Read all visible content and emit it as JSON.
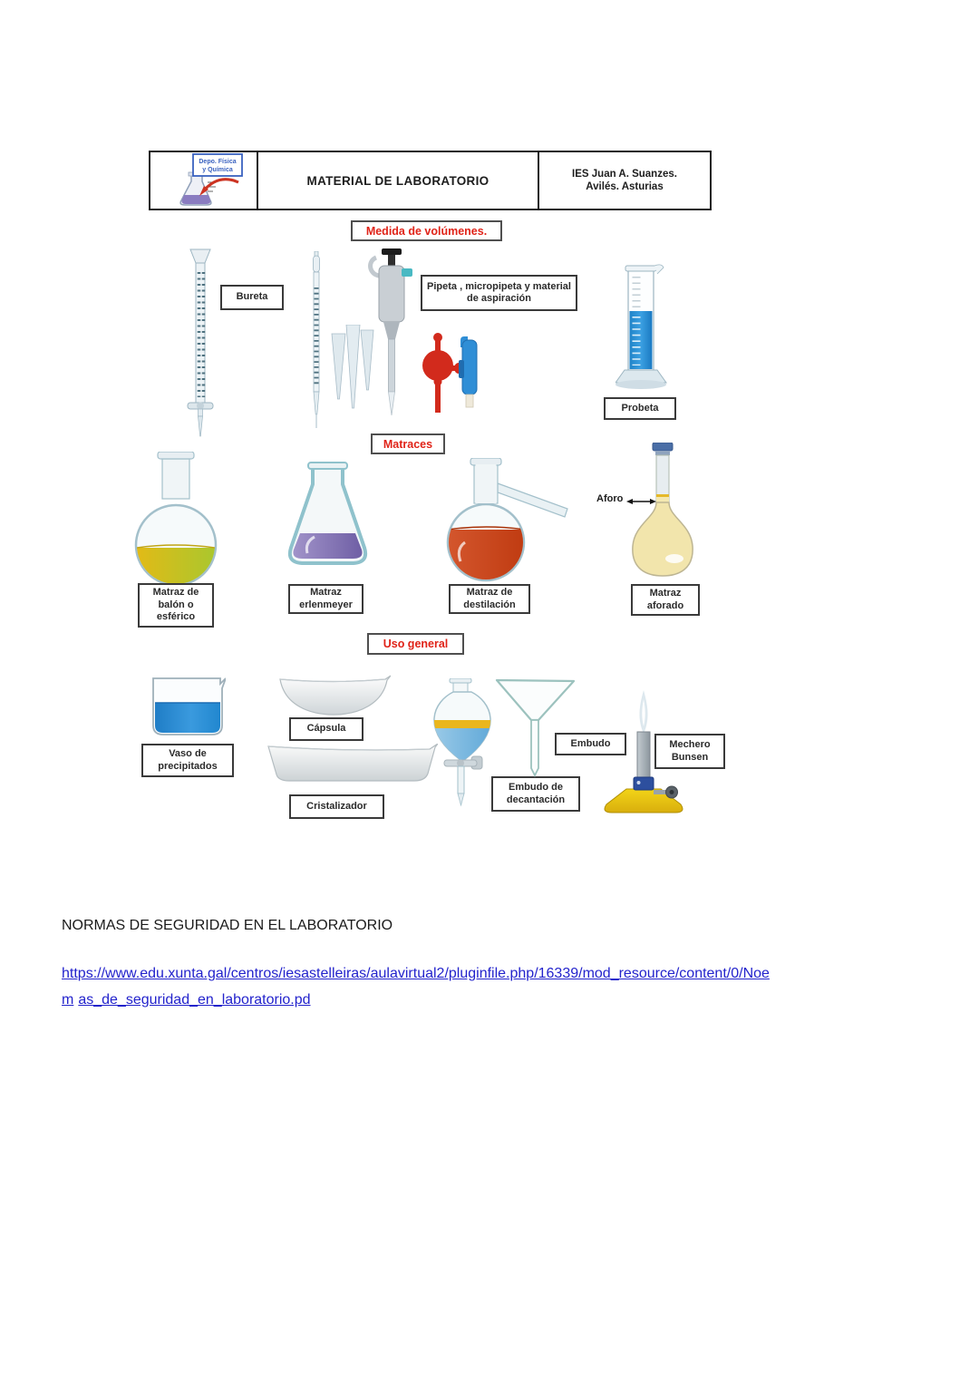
{
  "figure": {
    "header": {
      "logo": {
        "line1": "Depo. Física",
        "line2": "y Química"
      },
      "title": "MATERIAL DE LABORATORIO",
      "institution_line1": "IES Juan A. Suanzes.",
      "institution_line2": "Avilés. Asturias"
    },
    "sections": {
      "medida": "Medida de volúmenes.",
      "matraces": "Matraces",
      "uso_general": "Uso general"
    },
    "labels": {
      "bureta": "Bureta",
      "pipeta": "Pipeta , micropipeta y material de aspiración",
      "probeta": "Probeta",
      "matraz_balon": "Matraz de balón o esférico",
      "matraz_erlenmeyer": "Matraz erlenmeyer",
      "matraz_destilacion": "Matraz de destilación",
      "matraz_aforado": "Matraz aforado",
      "aforo": "Aforo",
      "vaso": "Vaso de precipitados",
      "capsula": "Cápsula",
      "cristalizador": "Cristalizador",
      "embudo_decantacion": "Embudo de decantación",
      "embudo": "Embudo",
      "mechero": "Mechero Bunsen"
    },
    "colors": {
      "section_text_red": "#e02318",
      "liquid_blue": "#2d93d8",
      "liquid_purple": "#7f6fb0",
      "liquid_orange": "#c9441c",
      "liquid_yellow_green": "#cdbd20",
      "liquid_pale_yellow": "#f2e5ac",
      "pera_red": "#d22a1c",
      "mechero_base_yellow": "#e8c414",
      "link_blue": "#2323cc"
    }
  },
  "document": {
    "heading": "NORMAS DE SEGURIDAD EN EL LABORATORIO",
    "link": {
      "line1": "https://www.edu.xunta.gal/centros/iesastelleiras/aulavirtual2/pluginfile.php/16339/mod_resource/content/0/Noe",
      "line2_start": "m",
      "line2_rest": "as_de_seguridad_en_laboratorio.pd"
    }
  }
}
